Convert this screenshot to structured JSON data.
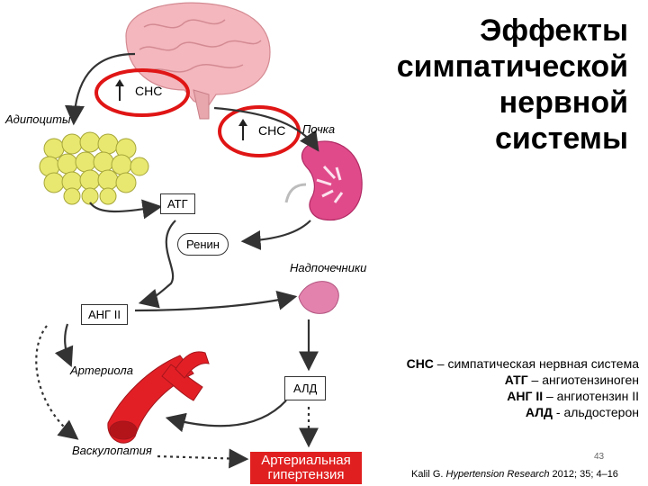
{
  "title": [
    "Эффекты",
    "симпатической",
    "нервной",
    "системы"
  ],
  "labels": {
    "sns_brain": "СНС",
    "sns_kidney": "СНС",
    "adipocytes": "Адипоциты",
    "kidney": "Почка",
    "atg": "АТГ",
    "renin": "Ренин",
    "adrenal": "Надпочечники",
    "ang2": "АНГ II",
    "arteriole": "Артериола",
    "ald": "АЛД",
    "vasculopathy": "Васкулопатия",
    "hypertension": "Артериальная гипертензия"
  },
  "legend": [
    {
      "abbr": "СНС",
      "text": " – симпатическая нервная система"
    },
    {
      "abbr": "АТГ",
      "text": " – ангиотензиноген"
    },
    {
      "abbr": "АНГ II",
      "text": " – ангиотензин II"
    },
    {
      "abbr": "АЛД",
      "text": " - альдостерон"
    }
  ],
  "page_number": "43",
  "citation": {
    "author": "Kalil G. ",
    "journal": "Hypertension Research",
    "details": " 2012; 35; 4–16"
  },
  "colors": {
    "highlight_ring": "#e01515",
    "hypertension_bg": "#e02020",
    "brain": "#f3b7bd",
    "fat": "#e8e870",
    "kidney": "#e04a8a",
    "adrenal": "#e383ad",
    "artery": "#e31f26"
  }
}
